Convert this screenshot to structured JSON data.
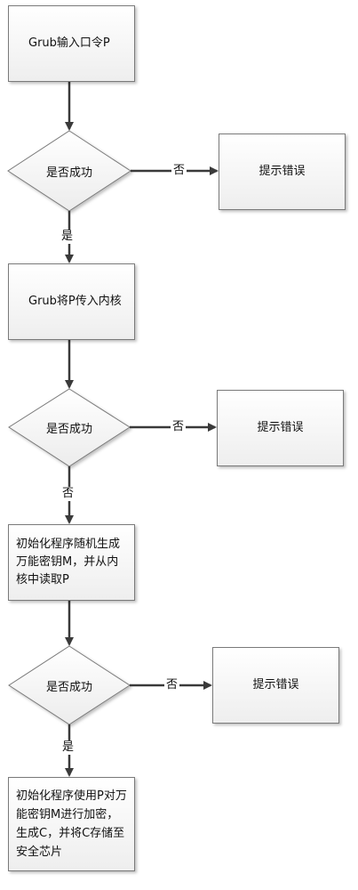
{
  "nodes": {
    "step1": "Grub输入口令P",
    "decision1": "是否成功",
    "error1": "提示错误",
    "step2": "Grub将P传入内核",
    "decision2": "是否成功",
    "error2": "提示错误",
    "step3": "初始化程序随机生成万能密钥M，并从内核中读取P",
    "decision3": "是否成功",
    "error3": "提示错误",
    "step4": "初始化程序使用P对万能密钥M进行加密，生成C，并将C存储至安全芯片"
  },
  "edges": {
    "d1_no": "否",
    "d1_yes": "是",
    "d2_no": "否",
    "d2_down": "否",
    "d3_no": "否",
    "d3_yes": "是"
  },
  "colors": {
    "line": "#3a3a3a",
    "border": "#7a7a7a"
  }
}
